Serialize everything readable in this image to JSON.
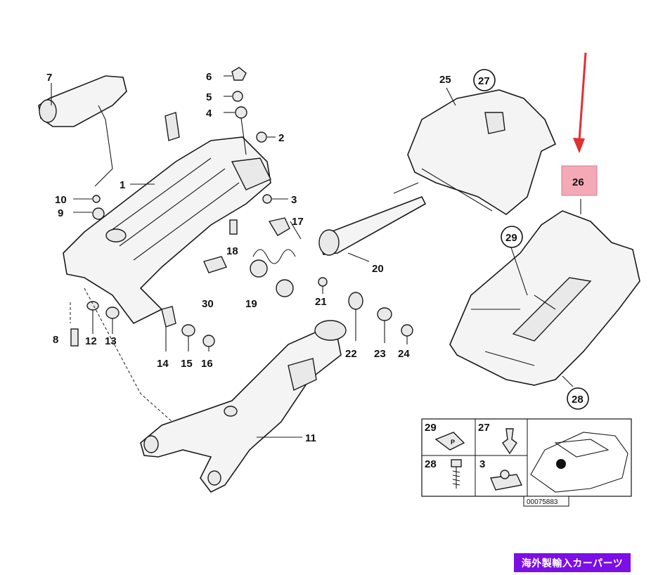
{
  "callouts": {
    "c1": "1",
    "c2": "2",
    "c3": "3",
    "c4": "4",
    "c5": "5",
    "c6": "6",
    "c7": "7",
    "c8": "8",
    "c9": "9",
    "c10": "10",
    "c11": "11",
    "c12": "12",
    "c13": "13",
    "c14": "14",
    "c15": "15",
    "c16": "16",
    "c17": "17",
    "c18": "18",
    "c19": "19",
    "c20": "20",
    "c21": "21",
    "c22": "22",
    "c23": "23",
    "c24": "24",
    "c25": "25",
    "c26": "26",
    "c27": "27",
    "c28": "28",
    "c29": "29",
    "c30": "30"
  },
  "inset": {
    "label_29": "29",
    "label_27": "27",
    "label_28": "28",
    "label_3": "3",
    "doc_code": "00075883"
  },
  "highlight_color": "#f4a9b6",
  "arrow_color": "#e03030",
  "brand_badge": {
    "text": "海外製輸入カーパーツ",
    "color": "#7b0fe6"
  }
}
